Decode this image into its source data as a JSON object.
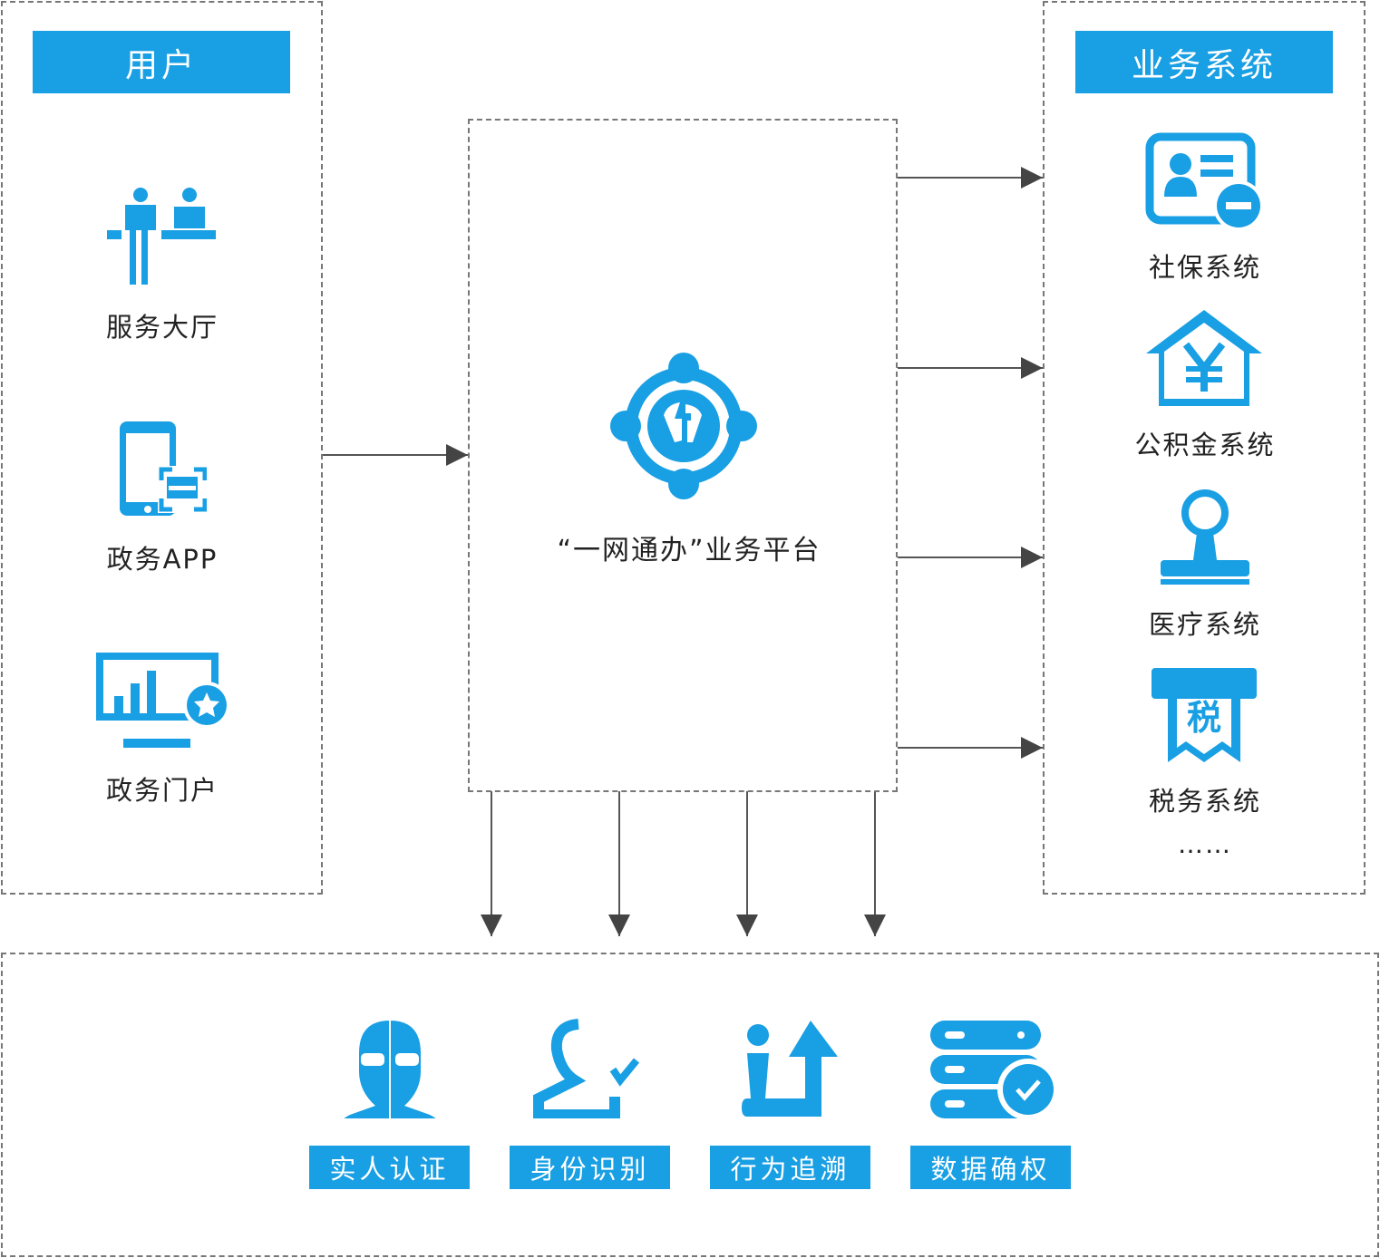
{
  "users": {
    "title": "用户",
    "items": [
      {
        "label": "服务大厅",
        "icon": "service-hall-icon"
      },
      {
        "label": "政务APP",
        "icon": "mobile-app-icon"
      },
      {
        "label": "政务门户",
        "icon": "portal-monitor-icon"
      }
    ]
  },
  "platform": {
    "label": "“一网通办”业务平台",
    "icon": "platform-logo-icon"
  },
  "systems": {
    "title": "业务系统",
    "items": [
      {
        "label": "社保系统",
        "icon": "id-card-icon"
      },
      {
        "label": "公积金系统",
        "icon": "yen-house-icon"
      },
      {
        "label": "医疗系统",
        "icon": "stamp-icon"
      },
      {
        "label": "税务系统",
        "icon": "tax-receipt-icon"
      }
    ],
    "more": "……"
  },
  "capabilities": [
    {
      "label": "实人认证",
      "icon": "face-recognition-icon"
    },
    {
      "label": "身份识别",
      "icon": "user-check-icon"
    },
    {
      "label": "行为追溯",
      "icon": "trace-arrow-icon"
    },
    {
      "label": "数据确权",
      "icon": "database-check-icon"
    }
  ],
  "colors": {
    "accent": "#199fe3",
    "line": "#444444"
  }
}
